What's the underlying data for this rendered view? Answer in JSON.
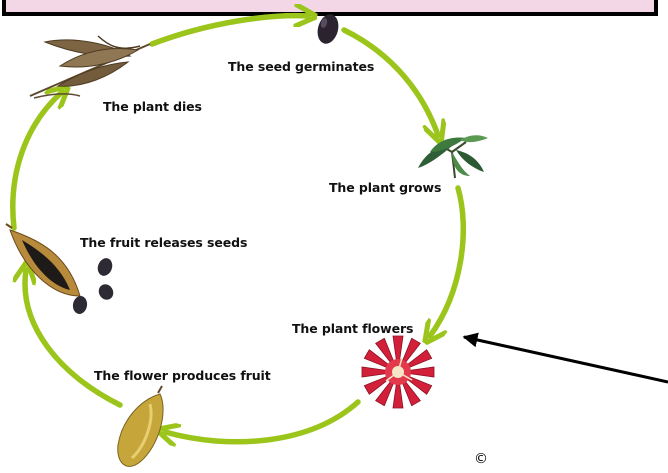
{
  "diagram": {
    "stages": {
      "seed_germinates": "The seed germinates",
      "plant_grows": "The plant grows",
      "plant_flowers": "The plant flowers",
      "flower_produces_fruit": "The flower produces fruit",
      "fruit_releases_seeds": "The fruit releases seeds",
      "plant_dies": "The plant dies"
    },
    "copyright_symbol": "©",
    "colors": {
      "cycle_arrow": "#9cc51c",
      "title_banner_fill": "#f3d7e6",
      "pointer_arrow": "#000000"
    }
  }
}
